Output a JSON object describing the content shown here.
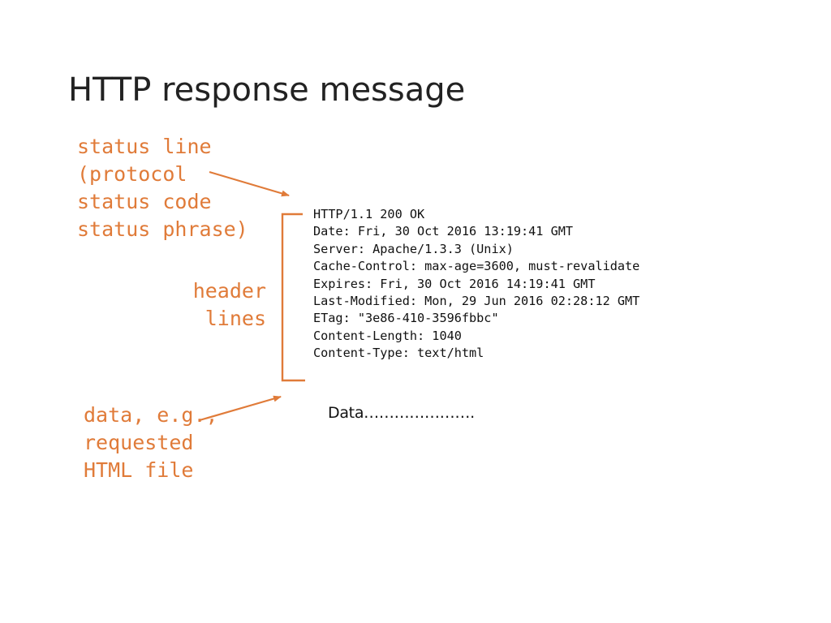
{
  "title": "HTTP response message",
  "annotations": {
    "status_line": [
      "status line",
      "(protocol",
      "status code",
      "status phrase)"
    ],
    "header_lines": [
      "header",
      "lines"
    ],
    "data": [
      "data, e.g.,",
      "requested",
      "HTML file"
    ]
  },
  "response": {
    "status_line": "HTTP/1.1 200 OK",
    "headers": [
      "Date: Fri, 30 Oct 2016 13:19:41 GMT",
      "Server: Apache/1.3.3 (Unix)",
      "Cache-Control: max-age=3600, must-revalidate",
      "Expires: Fri, 30 Oct 2016 14:19:41 GMT",
      "Last-Modified: Mon, 29 Jun 2016 02:28:12 GMT",
      "ETag: \"3e86-410-3596fbbc\"",
      "Content-Length: 1040",
      "Content-Type: text/html"
    ],
    "body": "Data…………………."
  },
  "colors": {
    "annotation": "#e07b39",
    "text": "#111111",
    "title": "#222222"
  }
}
